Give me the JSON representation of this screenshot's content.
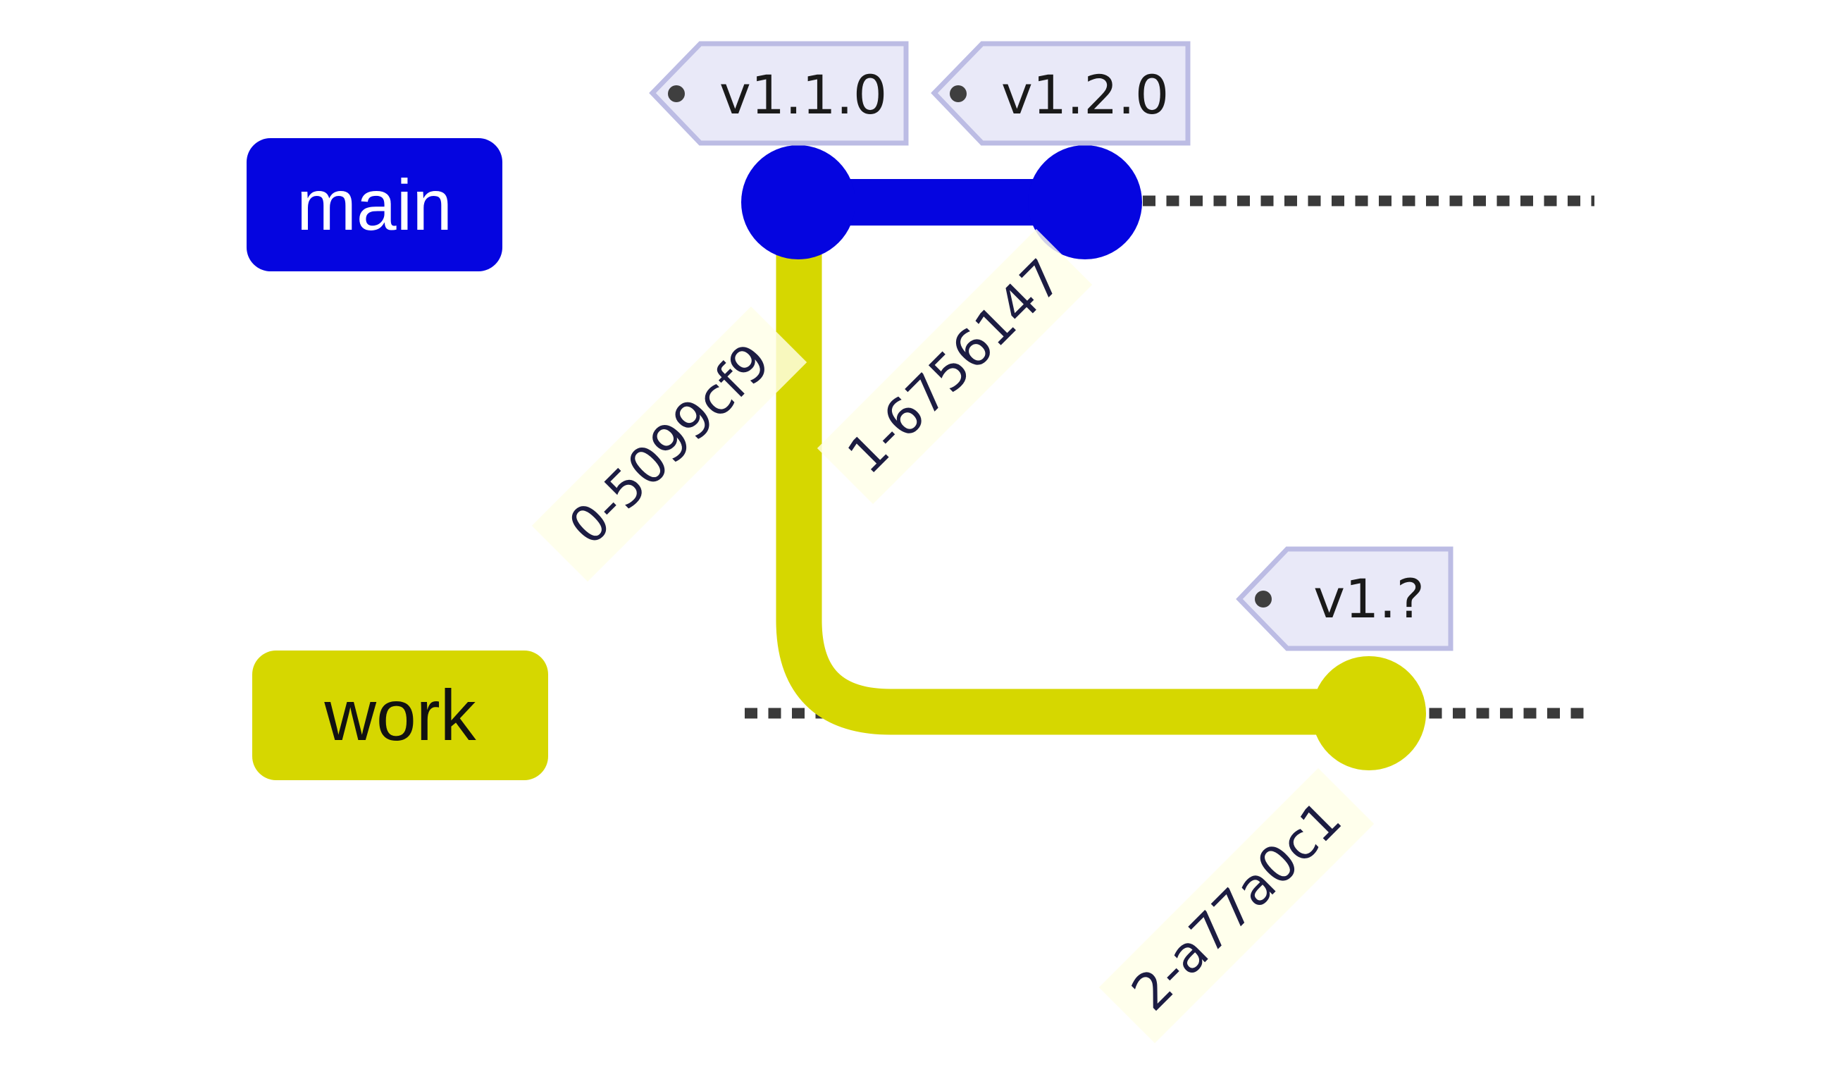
{
  "graph": {
    "type": "git-graph",
    "branches": [
      {
        "name": "main"
      },
      {
        "name": "work"
      }
    ],
    "commits": [
      {
        "label": "0-5099cf9",
        "branch": "main",
        "tag": "v1.1.0"
      },
      {
        "label": "1-6756147",
        "branch": "main",
        "tag": "v1.2.0"
      },
      {
        "label": "2-a77a0c1",
        "branch": "work",
        "tag": "v1.?"
      }
    ]
  },
  "colors": {
    "bg": "#ffffff",
    "main-color": "#0505e0",
    "work-color": "#d6d700",
    "main-label-text": "#ffffff",
    "work-label-text": "#111111",
    "tag-fill": "#e9e9f8",
    "tag-border": "#bcbce4",
    "tag-hole": "#3f3f3f",
    "tag-text": "#1a1a1a",
    "hash-bg": "rgba(255,255,232,0.82)",
    "hash-text": "#1c1c42",
    "dash": "#3a3a3a"
  }
}
